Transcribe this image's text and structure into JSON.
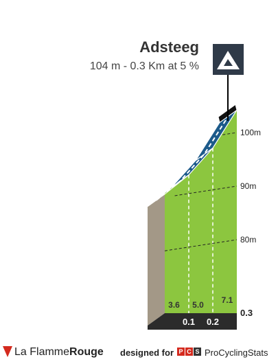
{
  "header": {
    "climb_name": "Adsteeg",
    "climb_info": "104 m - 0.3 Km at 5 %"
  },
  "chart_data": {
    "type": "area",
    "title": "Adsteeg",
    "subtitle": "104 m - 0.3 Km at 5 %",
    "x": [
      0,
      0.1,
      0.2,
      0.3
    ],
    "y": [
      88.5,
      92.1,
      97.1,
      104.2
    ],
    "xlim": [
      0,
      0.3
    ],
    "ylim": [
      73,
      104.2
    ],
    "segment_gradients": [
      "3.6",
      "5.0",
      "7.1"
    ],
    "distance_labels": [
      "0.1",
      "0.2"
    ],
    "end_label": "0.3",
    "y_tick_values": [
      80,
      90,
      100
    ],
    "y_tick_labels": [
      "80m",
      "90m",
      "100m"
    ],
    "segment_colors": [
      "#63b32e",
      "#1c5a8a",
      "#1c5a8a"
    ],
    "fill_color": "#8cc63f",
    "side_color": "#a39887"
  },
  "footer": {
    "brand_a": "La Flamme",
    "brand_b": "Rouge",
    "designed_for": "designed for",
    "pcs_letters": [
      "P",
      "C",
      "S"
    ],
    "pcs_name": "ProCyclingStats"
  }
}
